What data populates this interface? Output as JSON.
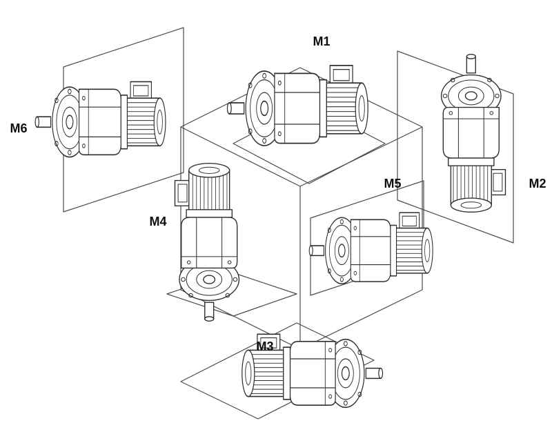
{
  "diagram": {
    "figures": [
      {
        "label": "M1",
        "orientation": "horizontal gearmotor on top face, output shaft left"
      },
      {
        "label": "M2",
        "orientation": "vertical gearmotor on right face, output shaft up"
      },
      {
        "label": "M3",
        "orientation": "horizontal gearmotor on bottom face, motor left"
      },
      {
        "label": "M4",
        "orientation": "vertical gearmotor on left-front face, output shaft down"
      },
      {
        "label": "M5",
        "orientation": "horizontal gearmotor on front-right face, output shaft left"
      },
      {
        "label": "M6",
        "orientation": "horizontal gearmotor on left face, output shaft left"
      }
    ]
  },
  "colors": {
    "background": "#ffffff",
    "line_art": "#2e2e2e",
    "label_text": "#0d0d0d"
  }
}
